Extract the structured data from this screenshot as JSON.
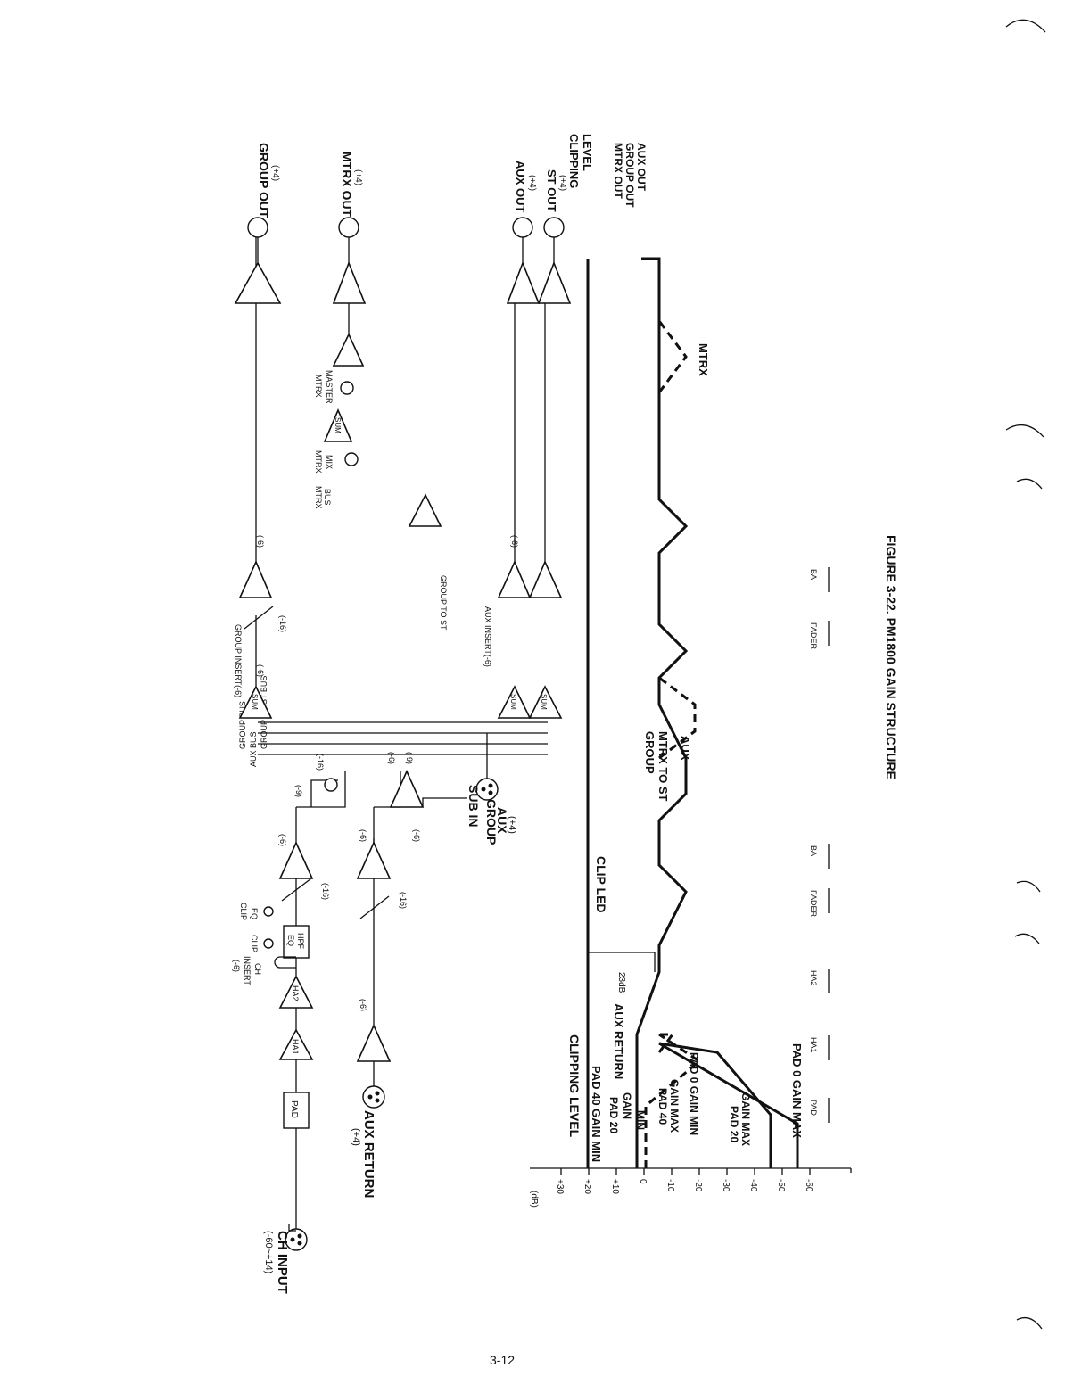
{
  "figure": {
    "caption": "FIGURE 3-22. PM1800 GAIN STRUCTURE",
    "page_number": "3-12"
  },
  "inputs": {
    "ch_input": "CH INPUT",
    "ch_input_level": "(-60~+14)",
    "aux_return": "AUX RETURN",
    "aux_return_level": "(+4)",
    "sub_in_1": "SUB IN",
    "sub_in_2": "GROUP",
    "sub_in_3": "AUX",
    "sub_in_level": "(+4)"
  },
  "blocks": {
    "pad": "PAD",
    "ha1": "HA1",
    "ha2": "HA2",
    "hpf_1": "HPF",
    "hpf_2": "EQ",
    "sum": "SUM",
    "ch_insert_1": "CH",
    "ch_insert_2": "INSERT",
    "ch_insert_3": "(-6)",
    "clip": "CLIP",
    "eq_clip_1": "EQ",
    "eq_clip_2": "CLIP",
    "group_insert": "GROUP INSERT(-6)",
    "aux_insert": "AUX INSERT(-6)",
    "group_to_st": "GROUP TO ST",
    "mtrx_bus_1": "MTRX",
    "mtrx_bus_2": "BUS",
    "mtrx_mix_1": "MTRX",
    "mtrx_mix_2": "MIX",
    "mtrx_master_1": "MTRX",
    "mtrx_master_2": "MASTER"
  },
  "buses": {
    "group_to_st_bus": "GROUP TO ST BUS",
    "aux_bus": "AUX BUS",
    "group_bus": "GROUP BUS"
  },
  "levels": {
    "m6": "(-6)",
    "m9": "(-9)",
    "m16": "(-16)"
  },
  "outputs": {
    "group_out": "GROUP OUT",
    "group_out_level": "(+4)",
    "mtrx_out": "MTRX OUT",
    "mtrx_out_level": "(+4)",
    "aux_out": "AUX OUT",
    "aux_out_level": "(+4)",
    "st_out": "ST OUT",
    "st_out_level": "(+4)"
  },
  "graph": {
    "db_unit": "(dB)",
    "ticks": [
      "+30",
      "+20",
      "+10",
      "0",
      "-10",
      "-20",
      "-30",
      "-40",
      "-50",
      "-60"
    ],
    "clipping_level": "CLIPPING LEVEL",
    "clip_led": "CLIP LED",
    "headroom": "23dB",
    "right_clipping_1": "CLIPPING",
    "right_clipping_2": "LEVEL",
    "right_outs_1": "MTRX OUT",
    "right_outs_2": "GROUP OUT",
    "right_outs_3": "AUX OUT",
    "curve_labels": {
      "pad40_min": "PAD 40 GAIN MIN",
      "aux_return": "AUX RETURN",
      "pad20_min_1": "PAD 20",
      "pad20_min_2": "GAIN",
      "pad20_min_3": "MIN",
      "pad40_max_1": "PAD 40",
      "pad40_max_2": "GAIN MAX",
      "pad0_min": "PAD 0 GAIN MIN",
      "pad20_max_1": "PAD 20",
      "pad20_max_2": "GAIN MAX",
      "pad0_max": "PAD 0 GAIN MAX",
      "group_1": "GROUP",
      "group_2": "MTRX TO ST",
      "aux": "AUX",
      "mtrx": "MTRX"
    },
    "stages": [
      "PAD",
      "HA1",
      "HA2",
      "FADER",
      "BA",
      "FADER",
      "BA"
    ]
  },
  "colors": {
    "ink": "#111111",
    "paper": "#ffffff"
  }
}
